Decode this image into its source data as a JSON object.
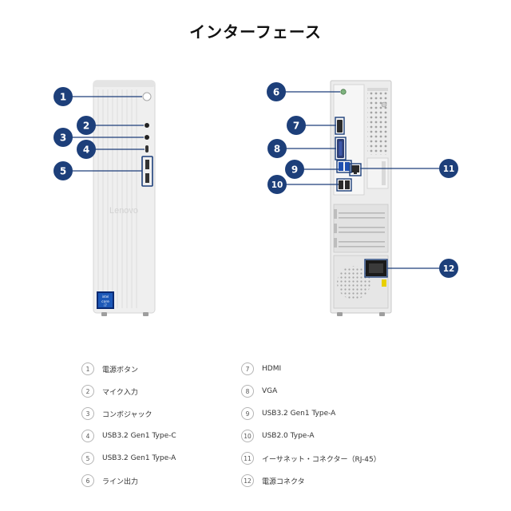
{
  "title": "インターフェース",
  "front": {
    "brand": "Lenovo",
    "badge_line1": "intel",
    "badge_line2": "core",
    "badge_line3": "i7"
  },
  "colors": {
    "accent": "#1d3f7a",
    "case": "#efefef",
    "case_edge": "#d4d4d4"
  },
  "front_callouts": [
    "1",
    "2",
    "3",
    "4",
    "5"
  ],
  "rear_callouts": [
    "6",
    "7",
    "8",
    "9",
    "10",
    "11",
    "12"
  ],
  "legend": [
    {
      "num": "1",
      "label": "電源ボタン"
    },
    {
      "num": "2",
      "label": "マイク入力"
    },
    {
      "num": "3",
      "label": "コンボジャック"
    },
    {
      "num": "4",
      "label": "USB3.2 Gen1 Type-C"
    },
    {
      "num": "5",
      "label": "USB3.2 Gen1 Type-A"
    },
    {
      "num": "6",
      "label": "ライン出力"
    },
    {
      "num": "7",
      "label": "HDMI"
    },
    {
      "num": "8",
      "label": "VGA"
    },
    {
      "num": "9",
      "label": "USB3.2 Gen1 Type-A"
    },
    {
      "num": "10",
      "label": "USB2.0 Type-A"
    },
    {
      "num": "11",
      "label": "イーサネット・コネクター（RJ-45）"
    },
    {
      "num": "12",
      "label": "電源コネクタ"
    }
  ]
}
